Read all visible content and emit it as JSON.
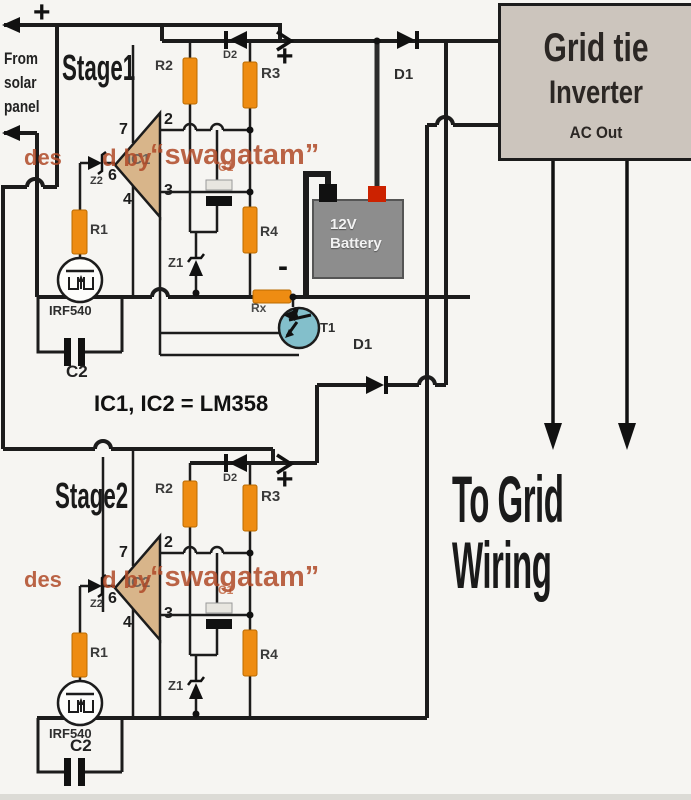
{
  "solar": {
    "plus": "+",
    "line1": "From",
    "line2": "solar",
    "line3": "panel"
  },
  "inverter": {
    "title": "Grid tie",
    "subtitle": "Inverter",
    "output": "AC Out"
  },
  "battery": {
    "line1": "12V",
    "line2": "Battery"
  },
  "notes": {
    "ic_equiv": "IC1, IC2 = LM358",
    "to_grid": "To Grid Wiring"
  },
  "watermark": {
    "p1": "des",
    "p2": "d by",
    "p3": "“swagatam”"
  },
  "diodes": {
    "d1_top": "D1",
    "d1_mid": "D1"
  },
  "extras": {
    "rx": "Rx",
    "t1": "T1",
    "minus": "-",
    "plus1": "+",
    "plus2": "+"
  },
  "stage1": {
    "title": "Stage1",
    "ic": "IC1",
    "r1": "R1",
    "r2": "R2",
    "r3": "R3",
    "r4": "R4",
    "z1": "Z1",
    "z2": "Z2",
    "c1": "C1",
    "c2": "C2",
    "d2": "D2",
    "mosfet": "IRF540",
    "pin2": "2",
    "pin3": "3",
    "pin4": "4",
    "pin6": "6",
    "pin7": "7"
  },
  "stage2": {
    "title": "Stage2",
    "ic": "IC2",
    "r1": "R1",
    "r2": "R2",
    "r3": "R3",
    "r4": "R4",
    "z1": "Z1",
    "z2": "Z2",
    "c1": "C1",
    "c2": "C2",
    "d2": "D2",
    "mosfet": "IRF540",
    "pin2": "2",
    "pin3": "3",
    "pin4": "4",
    "pin6": "6",
    "pin7": "7"
  },
  "colors": {
    "wire": "#1c1c1c",
    "resistor": "#ee8c12",
    "opamp_fill": "#d8b58a",
    "battery_body": "#8d8d8d",
    "battery_pos_terminal": "#cc2200",
    "inverter_box": "#ccc5bd",
    "watermark": "#b04a28",
    "transistor_fill": "#83bfcb"
  }
}
